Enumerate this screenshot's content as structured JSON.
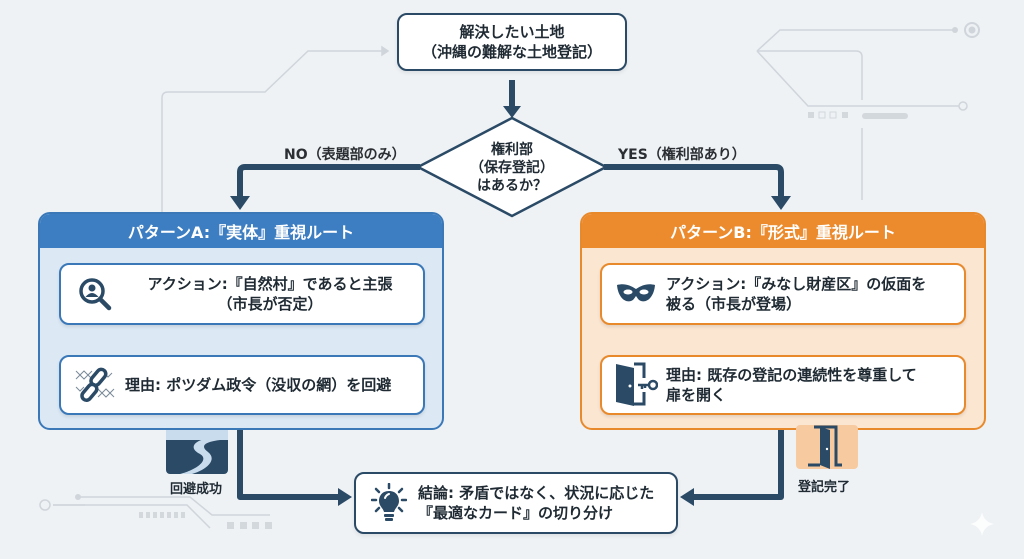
{
  "start": {
    "line1": "解決したい土地",
    "line2": "（沖縄の難解な土地登記）"
  },
  "decision": {
    "line1": "権利部",
    "line2": "（保存登記）",
    "line3": "はあるか？"
  },
  "branches": {
    "no_label": "NO（表題部のみ）",
    "yes_label": "YES（権利部あり）"
  },
  "pattern_a": {
    "title": "パターンA:『実体』重視ルート",
    "color": "#3d7ec2",
    "action": {
      "icon": "search-person-icon",
      "line1": "アクション:『自然村』であると主張",
      "line2": "（市長が否定）"
    },
    "reason": {
      "icon": "broken-chain-net-icon",
      "text": "理由: ポツダム政令（没収の網）を回避"
    },
    "outcome": {
      "icon": "winding-road-icon",
      "label": "回避成功"
    }
  },
  "pattern_b": {
    "title": "パターンB:『形式』重視ルート",
    "color": "#ec8b2e",
    "action": {
      "icon": "mask-icon",
      "line1": "アクション:『みなし財産区』の仮面を",
      "line2": "被る（市長が登場）"
    },
    "reason": {
      "icon": "door-key-icon",
      "line1": "理由: 既存の登記の連続性を尊重して",
      "line2": "扉を開く"
    },
    "outcome": {
      "icon": "open-door-icon",
      "label": "登記完了"
    }
  },
  "conclusion": {
    "icon": "lightbulb-icon",
    "line1": "結論: 矛盾ではなく、状況に応じた",
    "line2": "『最適なカード』の切り分け"
  }
}
